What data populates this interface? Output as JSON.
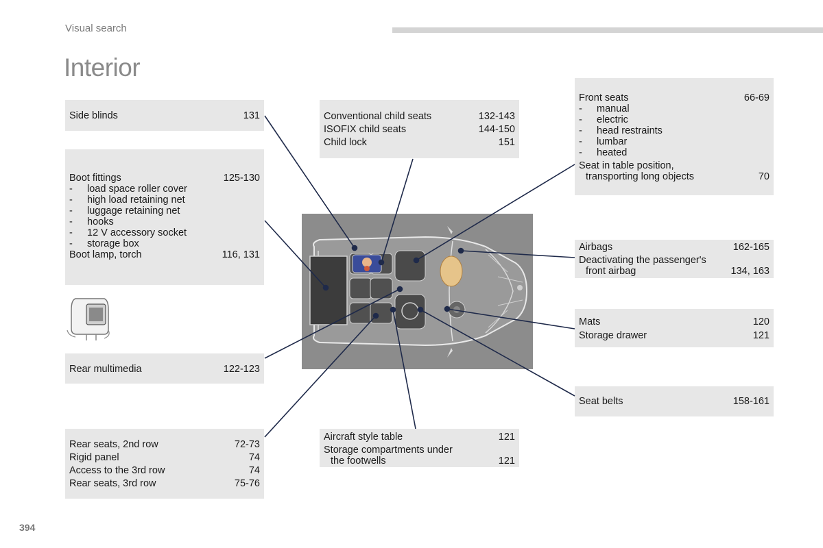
{
  "header": {
    "section": "Visual search",
    "title": "Interior"
  },
  "page_number": "394",
  "colors": {
    "box_bg": "#e7e7e7",
    "leader_line": "#1f2a4a",
    "car_panel": "#8c8c8c",
    "title": "#8a8a8a"
  },
  "side_blinds": {
    "label": "Side blinds",
    "page": "131"
  },
  "boot": {
    "title": "Boot fittings",
    "page": "125-130",
    "items": [
      "load space roller cover",
      "high load retaining net",
      "luggage retaining net",
      "hooks",
      "12 V accessory socket",
      "storage box"
    ],
    "lamp_label": "Boot lamp, torch",
    "lamp_page": "116, 131"
  },
  "rear_multimedia": {
    "label": "Rear multimedia",
    "page": "122-123",
    "image_icon": "headrest-screen-icon"
  },
  "rear_seats": {
    "rows": [
      {
        "label": "Rear seats, 2nd row",
        "page": "72-73"
      },
      {
        "label": "Rigid panel",
        "page": "74"
      },
      {
        "label": "Access to the 3rd row",
        "page": "74"
      },
      {
        "label": "Rear seats, 3rd row",
        "page": "75-76"
      }
    ]
  },
  "child": {
    "rows": [
      {
        "label": "Conventional child seats",
        "page": "132-143"
      },
      {
        "label": "ISOFIX child seats",
        "page": "144-150"
      },
      {
        "label": "Child lock",
        "page": "151"
      }
    ]
  },
  "aircraft": {
    "table_label": "Aircraft style table",
    "table_page": "121",
    "storage_line1": "Storage compartments under",
    "storage_line2": "the footwells",
    "storage_page": "121"
  },
  "front_seats": {
    "title": "Front seats",
    "page": "66-69",
    "items": [
      "manual",
      "electric",
      "head restraints",
      "lumbar",
      "heated"
    ],
    "table_line1": "Seat in table position,",
    "table_line2": "transporting long objects",
    "table_page": "70"
  },
  "airbags": {
    "label": "Airbags",
    "page": "162-165",
    "deact_line1": "Deactivating the passenger's",
    "deact_line2": "front airbag",
    "deact_page": "134, 163"
  },
  "mats": {
    "mats_label": "Mats",
    "mats_page": "120",
    "drawer_label": "Storage drawer",
    "drawer_page": "121"
  },
  "belts": {
    "label": "Seat belts",
    "page": "158-161"
  },
  "diagram": {
    "image_icon": "car-interior-top-view-icon"
  }
}
